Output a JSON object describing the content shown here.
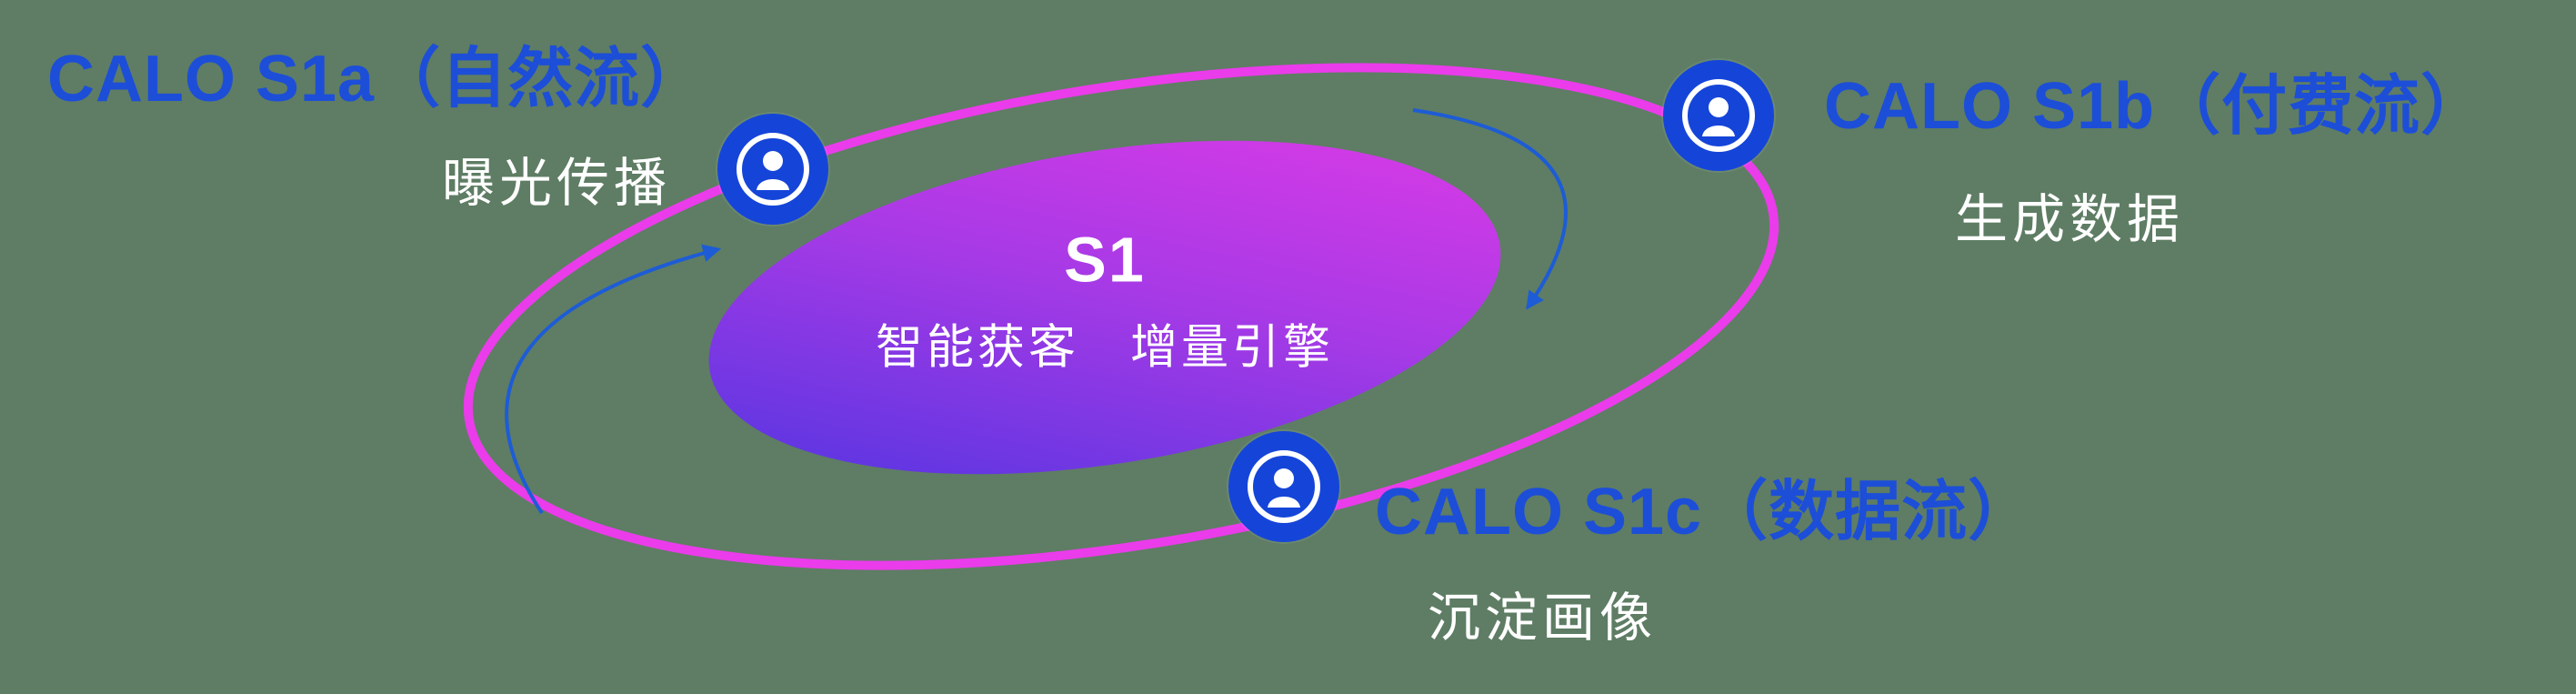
{
  "canvas": {
    "background": "#5e7d64"
  },
  "colors": {
    "title_blue": "#1d4ed8",
    "node_blue": "#1545d8",
    "orbit_pink": "#ea3cea",
    "arrow_blue": "#1d5cd6",
    "core_gradient_start": "#4a35e0",
    "core_gradient_end": "#e23be5",
    "text_white": "#ffffff"
  },
  "center": {
    "title": "S1",
    "subtitle": "智能获客　增量引擎"
  },
  "nodes": [
    {
      "id": "calo-s1a",
      "title": "CALO S1a（自然流）",
      "subtitle": "曝光传播",
      "icon": "user-icon"
    },
    {
      "id": "calo-s1b",
      "title": "CALO S1b（付费流）",
      "subtitle": "生成数据",
      "icon": "user-icon"
    },
    {
      "id": "calo-s1c",
      "title": "CALO S1c（数据流）",
      "subtitle": "沉淀画像",
      "icon": "user-icon"
    }
  ]
}
